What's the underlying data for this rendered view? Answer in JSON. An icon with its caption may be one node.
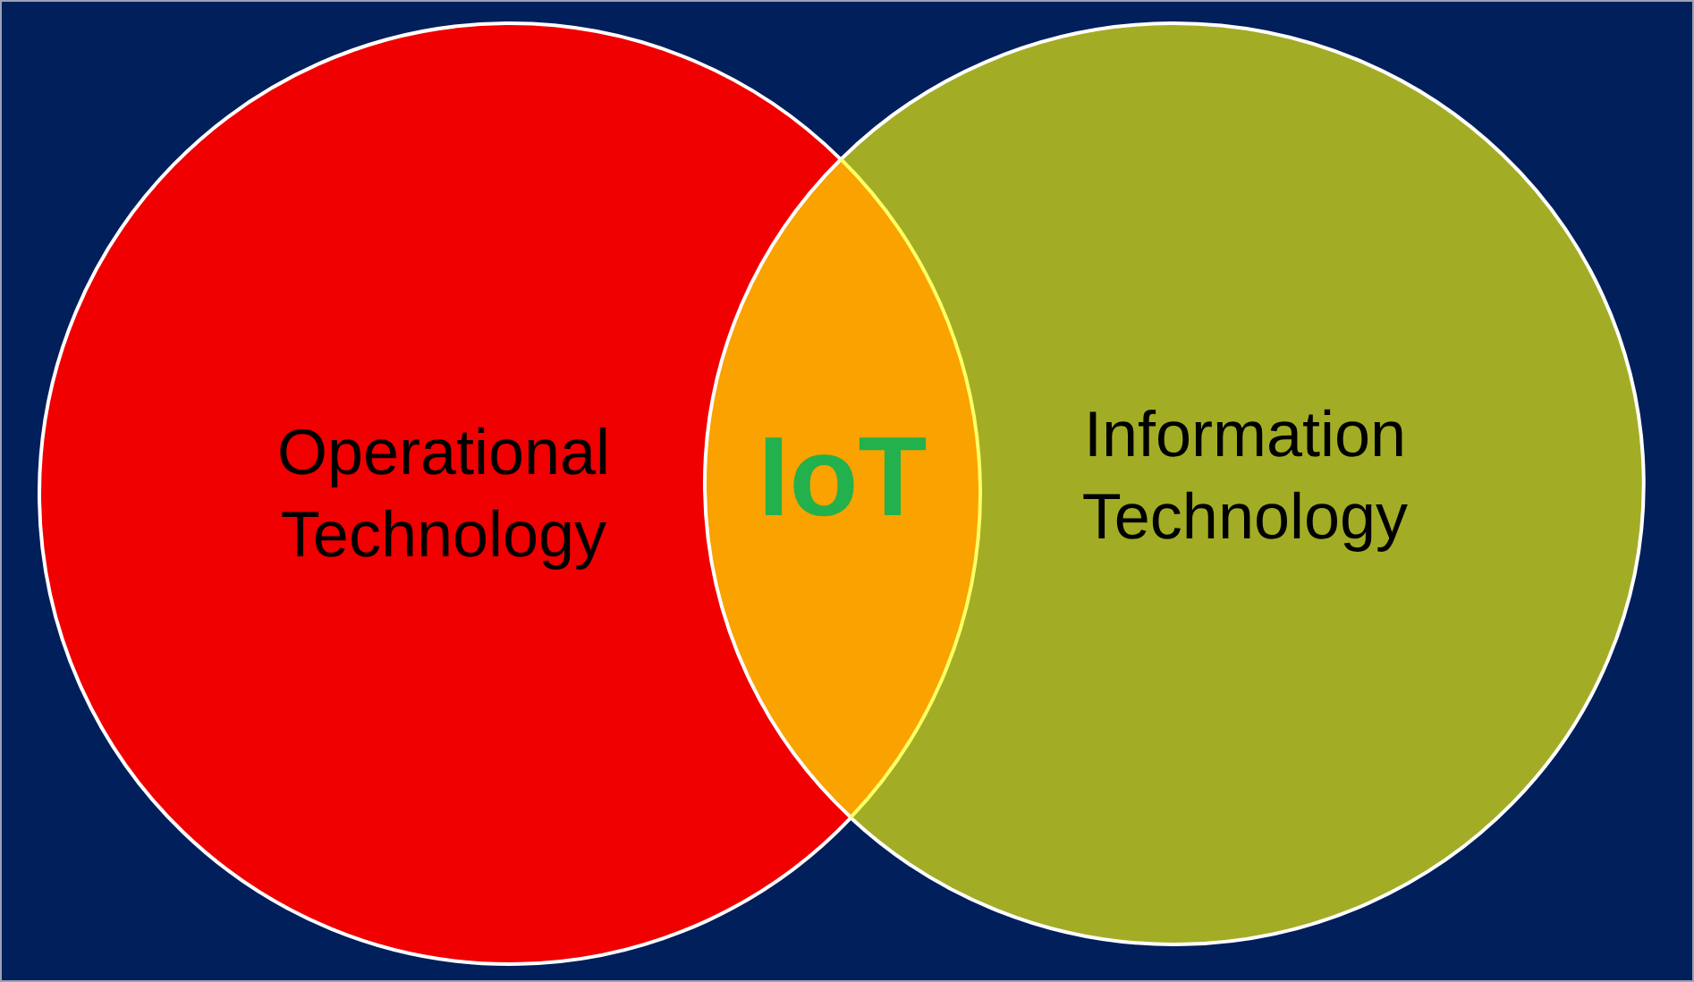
{
  "diagram": {
    "nodes": [
      {
        "text": [
          "Operational Technology"
        ]
      },
      {
        "text": [
          "Information Technology"
        ]
      },
      {
        "text": [
          "IoT"
        ]
      }
    ]
  }
}
